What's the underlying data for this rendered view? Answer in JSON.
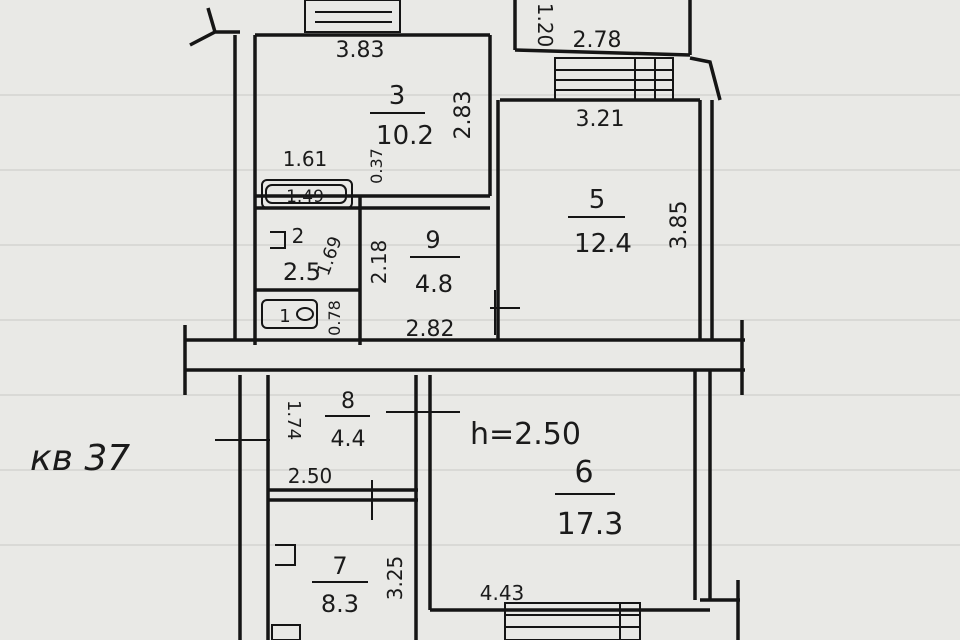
{
  "apartment_label": "кв 37",
  "ceiling_height": "h=2.50",
  "rooms": [
    {
      "number": "1",
      "area": ""
    },
    {
      "number": "2",
      "area": "2.5"
    },
    {
      "number": "3",
      "area": "10.2"
    },
    {
      "number": "5",
      "area": "12.4"
    },
    {
      "number": "6",
      "area": "17.3"
    },
    {
      "number": "7",
      "area": "8.3"
    },
    {
      "number": "8",
      "area": "4.4"
    },
    {
      "number": "9",
      "area": "4.8"
    }
  ],
  "dimensions": {
    "d_3_83": "3.83",
    "d_1_20": "1.20",
    "d_2_78": "2.78",
    "d_2_83": "2.83",
    "d_3_21": "3.21",
    "d_1_61": "1.61",
    "d_0_37": "0.37",
    "d_1_49": "1.49",
    "d_1_69": "1.69",
    "d_2_18": "2.18",
    "d_0_78": "0.78",
    "d_2_82": "2.82",
    "d_3_85": "3.85",
    "d_1_74": "1.74",
    "d_2_50": "2.50",
    "d_3_25": "3.25",
    "d_4_43": "4.43"
  }
}
